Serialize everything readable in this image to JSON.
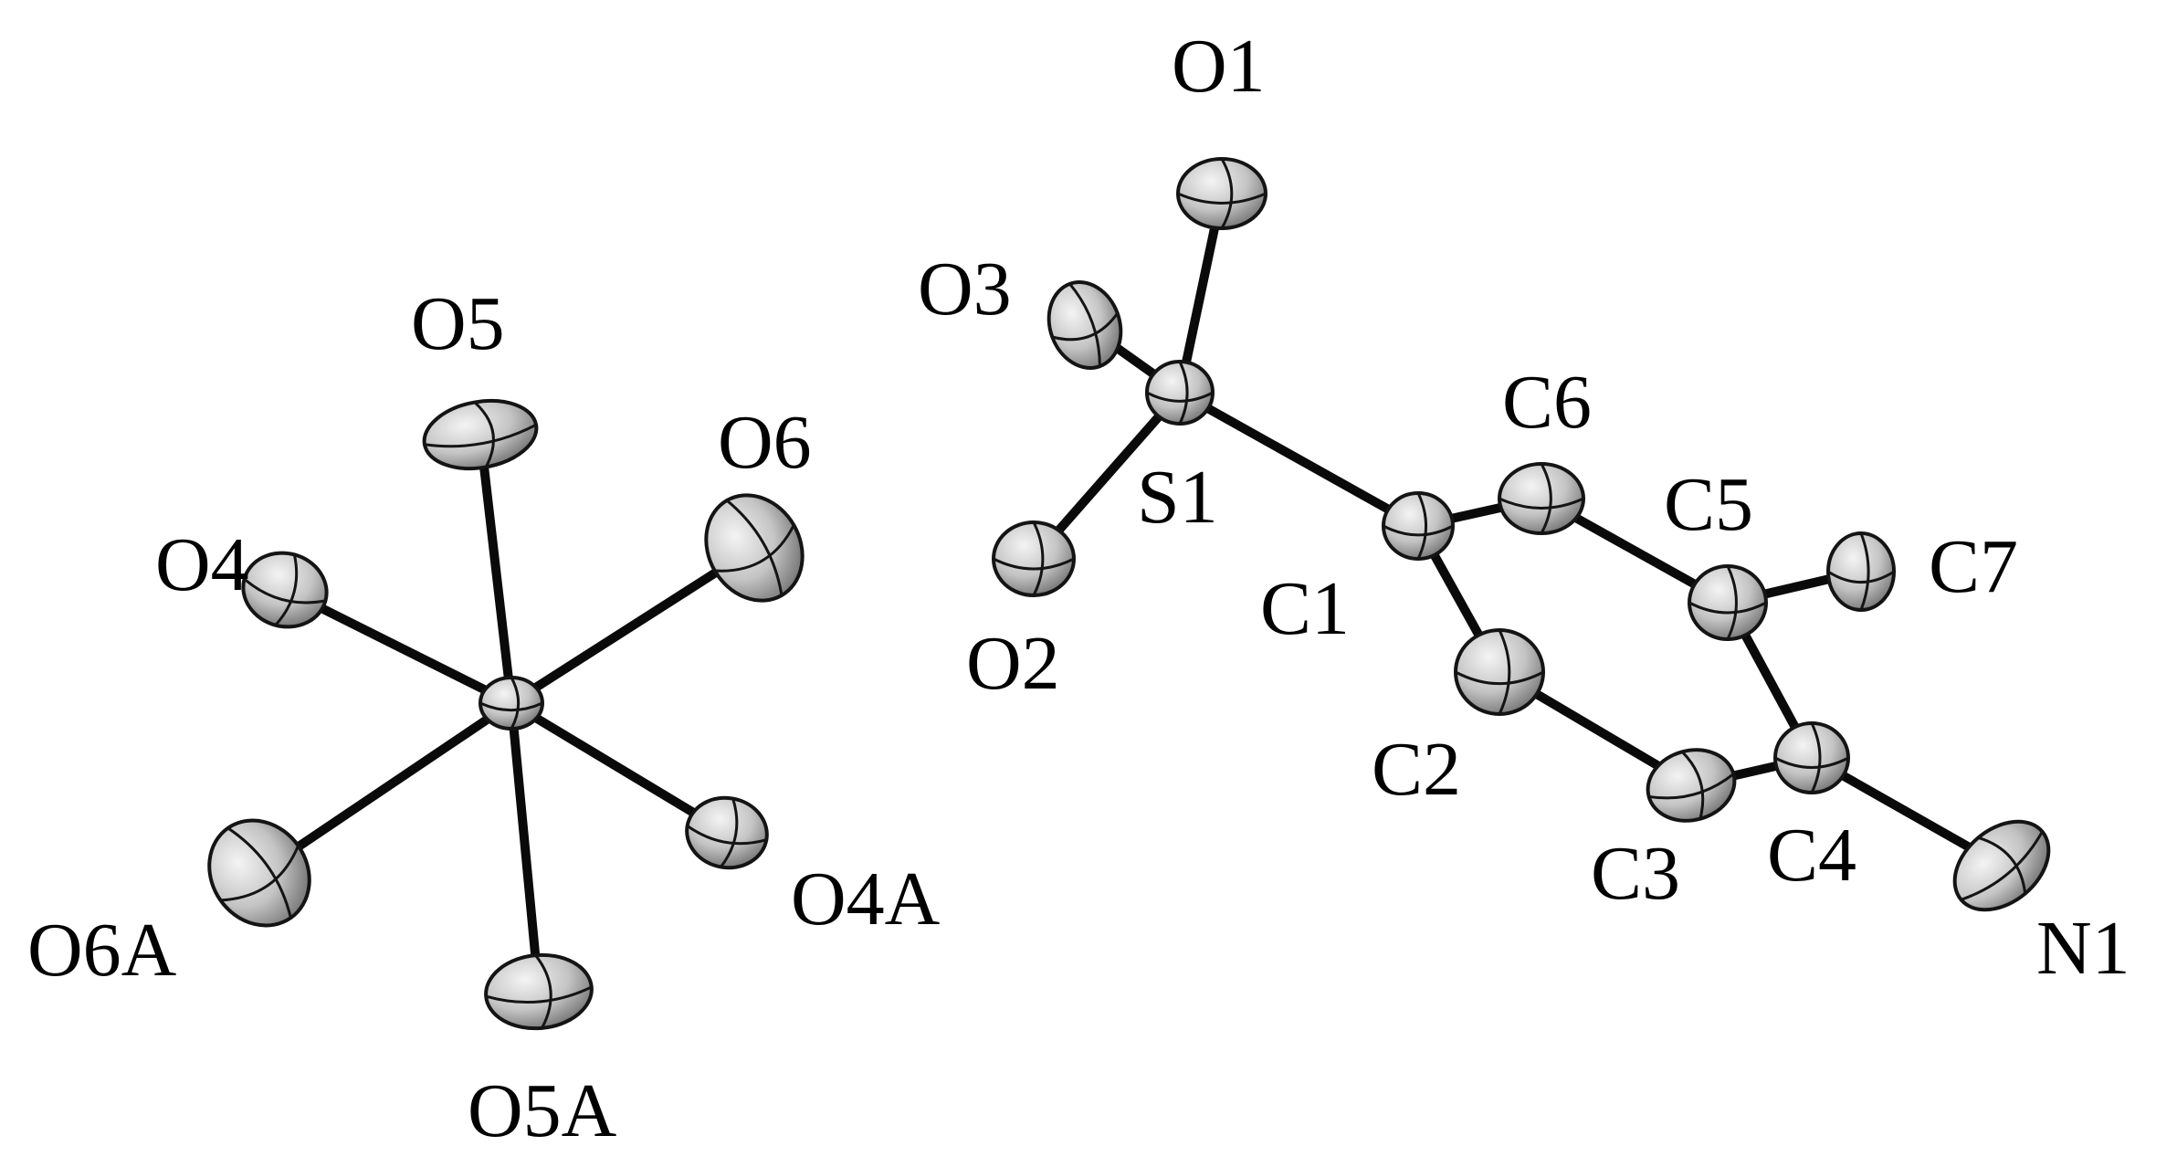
{
  "atoms": [
    {
      "id": "M",
      "label": ""
    },
    {
      "id": "O4",
      "label": "O4"
    },
    {
      "id": "O5",
      "label": "O5"
    },
    {
      "id": "O6",
      "label": "O6"
    },
    {
      "id": "O4A",
      "label": "O4A"
    },
    {
      "id": "O5A",
      "label": "O5A"
    },
    {
      "id": "O6A",
      "label": "O6A"
    },
    {
      "id": "S1",
      "label": "S1"
    },
    {
      "id": "O1",
      "label": "O1"
    },
    {
      "id": "O2",
      "label": "O2"
    },
    {
      "id": "O3",
      "label": "O3"
    },
    {
      "id": "C1",
      "label": "C1"
    },
    {
      "id": "C2",
      "label": "C2"
    },
    {
      "id": "C3",
      "label": "C3"
    },
    {
      "id": "C4",
      "label": "C4"
    },
    {
      "id": "C5",
      "label": "C5"
    },
    {
      "id": "C6",
      "label": "C6"
    },
    {
      "id": "C7",
      "label": "C7"
    },
    {
      "id": "N1",
      "label": "N1"
    }
  ],
  "bonds": [
    [
      "M",
      "O4"
    ],
    [
      "M",
      "O5"
    ],
    [
      "M",
      "O6"
    ],
    [
      "M",
      "O4A"
    ],
    [
      "M",
      "O5A"
    ],
    [
      "M",
      "O6A"
    ],
    [
      "S1",
      "O1"
    ],
    [
      "S1",
      "O2"
    ],
    [
      "S1",
      "O3"
    ],
    [
      "S1",
      "C1"
    ],
    [
      "C1",
      "C2"
    ],
    [
      "C2",
      "C3"
    ],
    [
      "C3",
      "C4"
    ],
    [
      "C4",
      "C5"
    ],
    [
      "C5",
      "C6"
    ],
    [
      "C6",
      "C1"
    ],
    [
      "C5",
      "C7"
    ],
    [
      "C4",
      "N1"
    ]
  ],
  "colors": {
    "bond": "#0a0a0a",
    "atom_light": "#f4f4f4",
    "atom_mid": "#c4c4c4",
    "atom_dark": "#6e6e6e",
    "label": "#000000"
  }
}
